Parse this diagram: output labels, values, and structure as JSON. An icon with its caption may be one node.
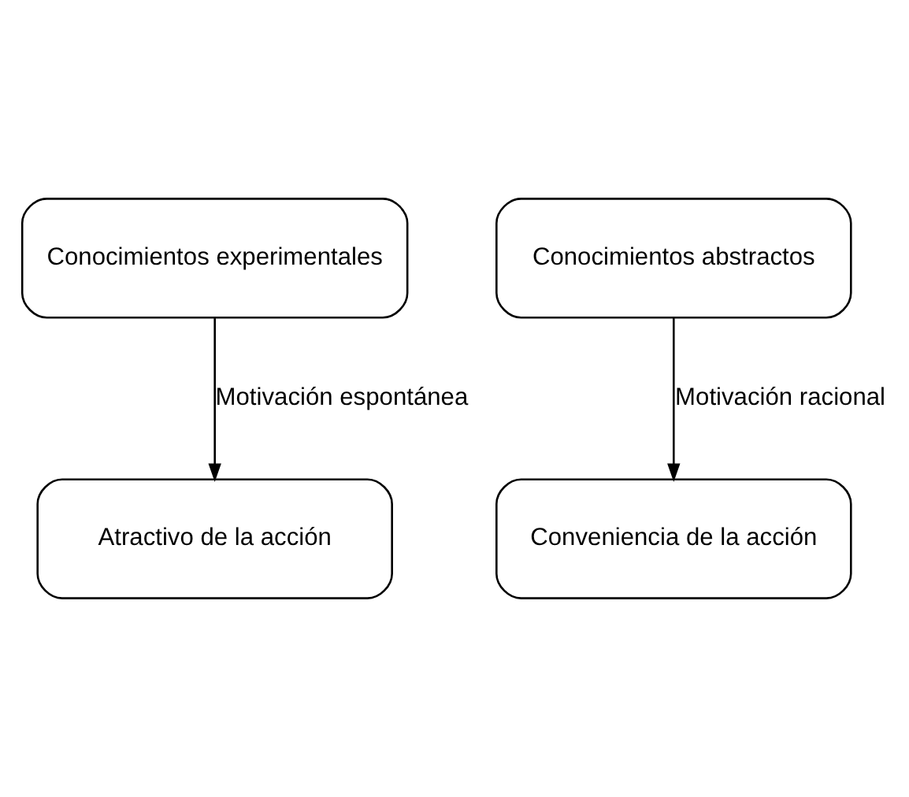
{
  "diagram": {
    "nodes": [
      {
        "text": [
          "Conocimientos experimentales"
        ]
      },
      {
        "text": [
          "Conocimientos abstractos"
        ]
      },
      {
        "text": [
          "Conveniencia de la acción"
        ]
      },
      {
        "text": [
          "Atractivo de la acción"
        ]
      }
    ],
    "edges": [
      {
        "from": 0,
        "to": 3,
        "arrow": "to",
        "label": "Motivación espontánea"
      },
      {
        "from": 1,
        "to": 2,
        "arrow": "to",
        "label": "Motivación racional"
      }
    ]
  }
}
